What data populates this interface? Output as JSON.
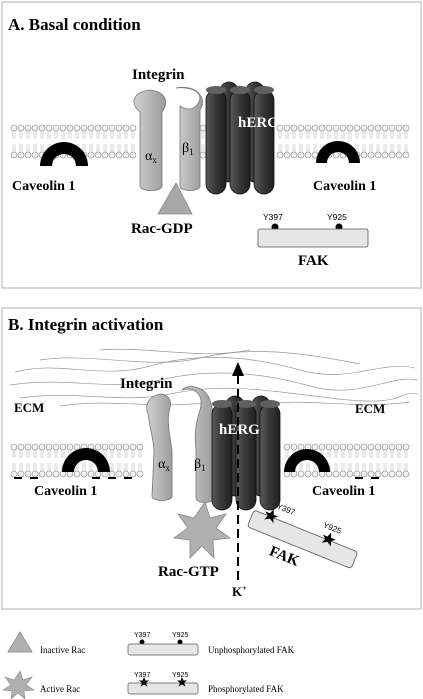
{
  "panel_a": {
    "title": "A. Basal condition",
    "integrin": "Integrin",
    "herg": "hERG",
    "alpha": "α",
    "alpha_sub": "x",
    "beta": "β",
    "beta_sub": "1",
    "caveolin_left": "Caveolin 1",
    "caveolin_right": "Caveolin 1",
    "rac": "Rac-GDP",
    "fak": "FAK",
    "y397": "Y397",
    "y925": "Y925"
  },
  "panel_b": {
    "title": "B. Integrin activation",
    "integrin": "Integrin",
    "herg": "hERG",
    "alpha": "α",
    "alpha_sub": "x",
    "beta": "β",
    "beta_sub": "1",
    "ecm_left": "ECM",
    "ecm_right": "ECM",
    "caveolin_left": "Caveolin 1",
    "caveolin_right": "Caveolin 1",
    "rac": "Rac-GTP",
    "fak": "FAK",
    "y397": "Y397",
    "y925": "Y925",
    "k_ion": "K",
    "k_sup": "+"
  },
  "legend": {
    "inactive_rac": "Inactive Rac",
    "active_rac": "Active Rac",
    "unphos_fak": "Unphosphorylated FAK",
    "phos_fak": "Phosphorylated FAK",
    "y397": "Y397",
    "y925": "Y925"
  },
  "colors": {
    "integrin_fill": "#b8b8b8",
    "herg_fill": "#3a3a3a",
    "membrane_head": "#f2f2f2",
    "fak_fill": "#e4e4e4"
  }
}
